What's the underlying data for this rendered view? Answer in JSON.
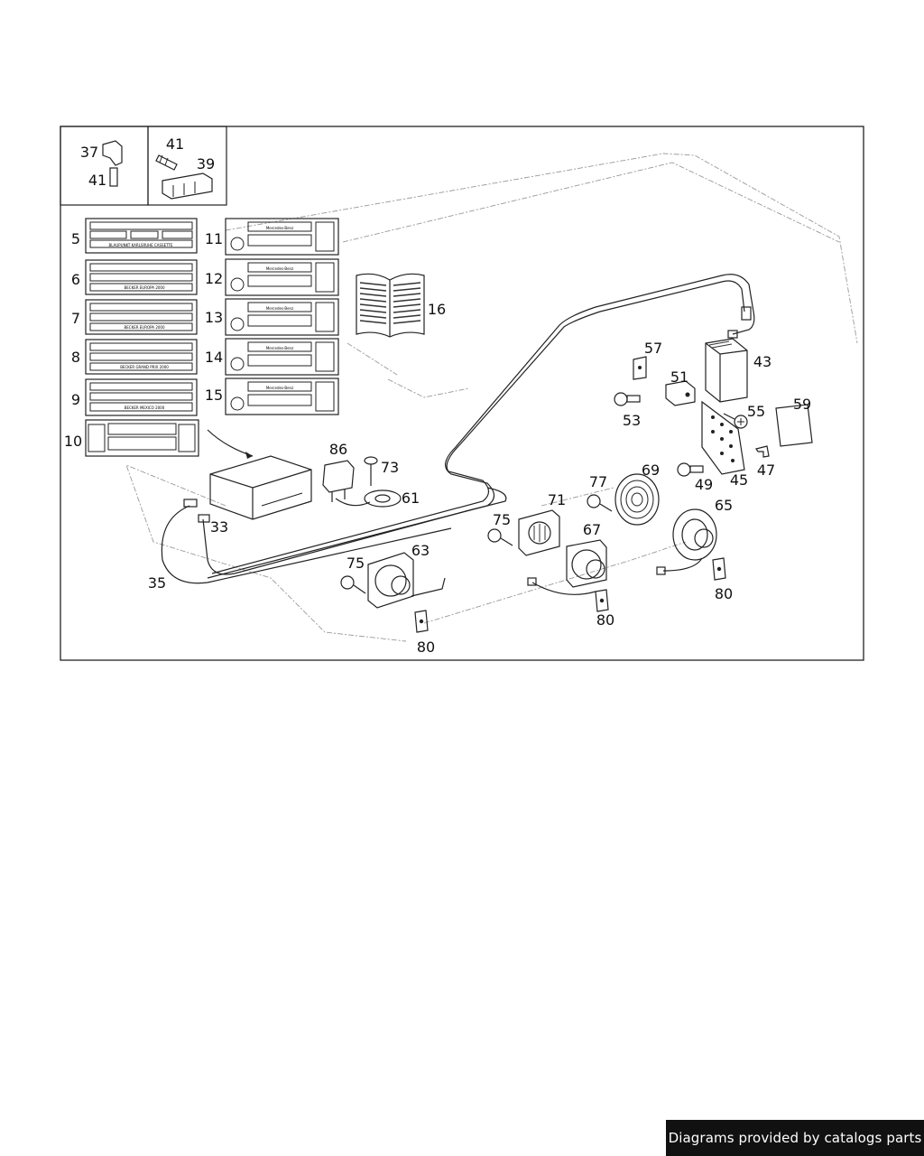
{
  "labels": {
    "p5": "5",
    "p6": "6",
    "p7": "7",
    "p8": "8",
    "p9": "9",
    "p10": "10",
    "p11": "11",
    "p12": "12",
    "p13": "13",
    "p14": "14",
    "p15": "15",
    "p16": "16",
    "p33": "33",
    "p35": "35",
    "p37": "37",
    "p39": "39",
    "p41a": "41",
    "p41b": "41",
    "p43": "43",
    "p45": "45",
    "p47": "47",
    "p49": "49",
    "p51": "51",
    "p53": "53",
    "p55": "55",
    "p57": "57",
    "p59": "59",
    "p61": "61",
    "p63": "63",
    "p65": "65",
    "p67": "67",
    "p69": "69",
    "p71": "71",
    "p73": "73",
    "p75a": "75",
    "p75b": "75",
    "p77": "77",
    "p80a": "80",
    "p80b": "80",
    "p80c": "80",
    "p86": "86"
  },
  "radio_faces": {
    "r5": "BLAUPUNKT   KARLSRUHE   CASSETTE",
    "r6": "BECKER EUROPA 2000",
    "r7": "BECKER EUROPA 2000",
    "r8": "BECKER GRAND PRIX 2000",
    "r9": "BECKER MEXICO 2000",
    "r11": "Mercedes-Benz",
    "r12": "Mercedes-Benz",
    "r13": "Mercedes-Benz",
    "r14": "Mercedes-Benz",
    "r15": "Mercedes-Benz"
  },
  "footer": {
    "credit": "Diagrams provided by catalogs parts"
  }
}
